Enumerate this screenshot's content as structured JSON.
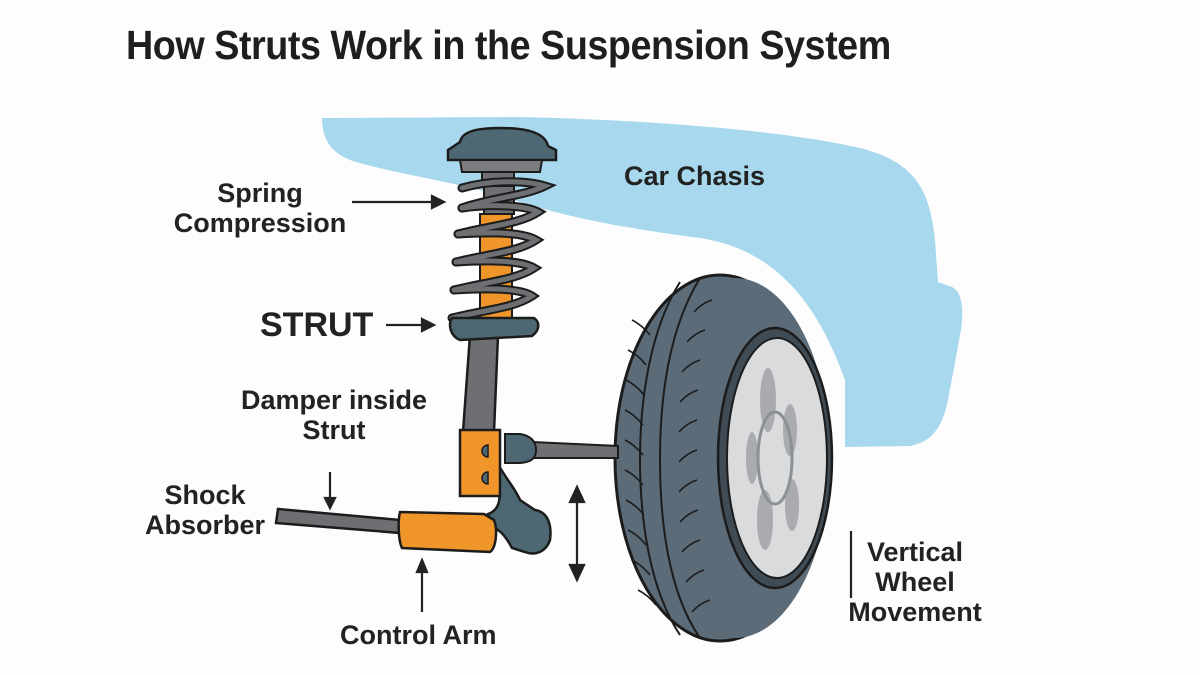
{
  "title": "How Struts Work in the Suspension System",
  "labels": {
    "spring_compression": [
      "Spring",
      "Compression"
    ],
    "strut": "STRUT",
    "damper_inside_strut": [
      "Damper inside",
      "Strut"
    ],
    "shock_absorber": [
      "Shock",
      "Absorber"
    ],
    "control_arm": "Control Arm",
    "car_chassis": "Car Chasis",
    "vertical_wheel_movement": [
      "Vertical",
      "Wheel",
      "Movement"
    ]
  },
  "colors": {
    "chassis_blue": "#a8d8ee",
    "strut_orange": "#f0952a",
    "mount_teal": "#4e6873",
    "rod_gray": "#6d6f72",
    "tire_slate": "#5c6b78",
    "rim_silver": "#d9dbdd",
    "outline": "#1c1c1c"
  },
  "icons": {
    "arrows": [
      "arrow-right-icon",
      "arrow-down-icon",
      "arrow-up-icon",
      "double-arrow-vertical-icon"
    ]
  }
}
